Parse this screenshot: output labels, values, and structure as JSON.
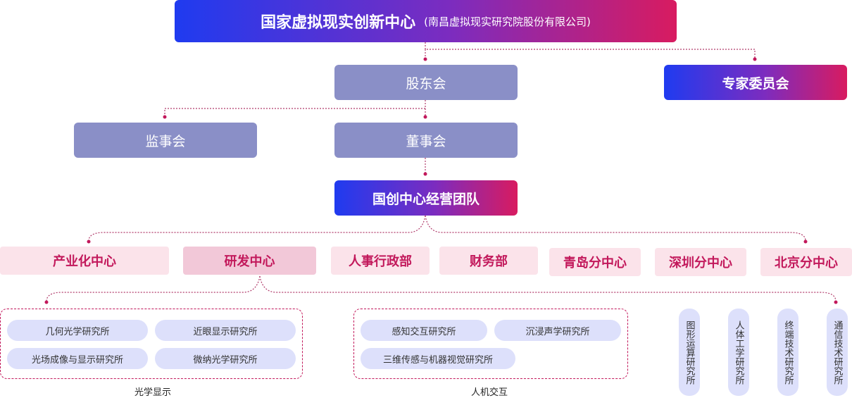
{
  "header": {
    "title": "国家虚拟现实创新中心",
    "subtitle": "(南昌虚拟现实研究院股份有限公司)"
  },
  "expert_committee": "专家委员会",
  "shareholders": "股东会",
  "supervisors": "监事会",
  "board": "董事会",
  "management": "国创中心经营团队",
  "departments": [
    "产业化中心",
    "研发中心",
    "人事行政部",
    "财务部",
    "青岛分中心",
    "深圳分中心",
    "北京分中心"
  ],
  "optics_group": {
    "label": "光学显示",
    "items": [
      "几何光学研究所",
      "近眼显示研究所",
      "光场成像与显示研究所",
      "微纳光学研究所"
    ]
  },
  "hci_group": {
    "label": "人机交互",
    "items": [
      "感知交互研究所",
      "沉浸声学研究所",
      "三维传感与机器视觉研究所"
    ]
  },
  "vertical_institutes": [
    "图形运算研究所",
    "人体工学研究所",
    "终端技术研究所",
    "通信技术研究所"
  ],
  "colors": {
    "gradient_start": "#1f3bf0",
    "gradient_end": "#d81b60",
    "connector": "#c2185b",
    "lavender": "#8a8fc7",
    "dept_bg": "#fbe3ea",
    "pill_bg": "#dde0fb"
  }
}
